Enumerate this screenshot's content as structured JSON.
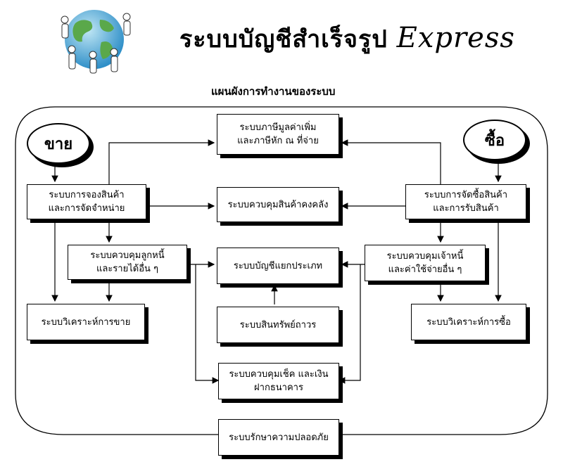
{
  "header": {
    "title_th": "ระบบบัญชีสำเร็จรูป",
    "title_en": "Express",
    "subtitle": "แผนผังการทำงานของระบบ"
  },
  "logo": {
    "icon": "globe-people-icon"
  },
  "nodes": {
    "sell": "ขาย",
    "buy": "ซื้อ",
    "vat": [
      "ระบบภาษีมูลค่าเพิ่ม",
      "และภาษีหัก ณ ที่จ่าย"
    ],
    "sales_order": [
      "ระบบการจองสินค้า",
      "และการจัดจำหน่าย"
    ],
    "inventory": [
      "ระบบควบคุมสินค้าคงคลัง"
    ],
    "purchase": [
      "ระบบการจัดซื้อสินค้า",
      "และการรับสินค้า"
    ],
    "receivables": [
      "ระบบควบคุมลูกหนี้",
      "และรายได้อื่น ๆ"
    ],
    "ledger": [
      "ระบบบัญชีแยกประเภท"
    ],
    "payables": [
      "ระบบควบคุมเจ้าหนี้",
      "และค่าใช้จ่ายอื่น ๆ"
    ],
    "sales_analysis": [
      "ระบบวิเคราะห์การขาย"
    ],
    "fixed_assets": [
      "ระบบสินทรัพย์ถาวร"
    ],
    "purchase_analysis": [
      "ระบบวิเคราะห์การซื้อ"
    ],
    "cheque_bank": [
      "ระบบควบคุมเช็ค และเงิน",
      "ฝากธนาคาร"
    ],
    "security": [
      "ระบบรักษาความปลอดภัย"
    ]
  }
}
